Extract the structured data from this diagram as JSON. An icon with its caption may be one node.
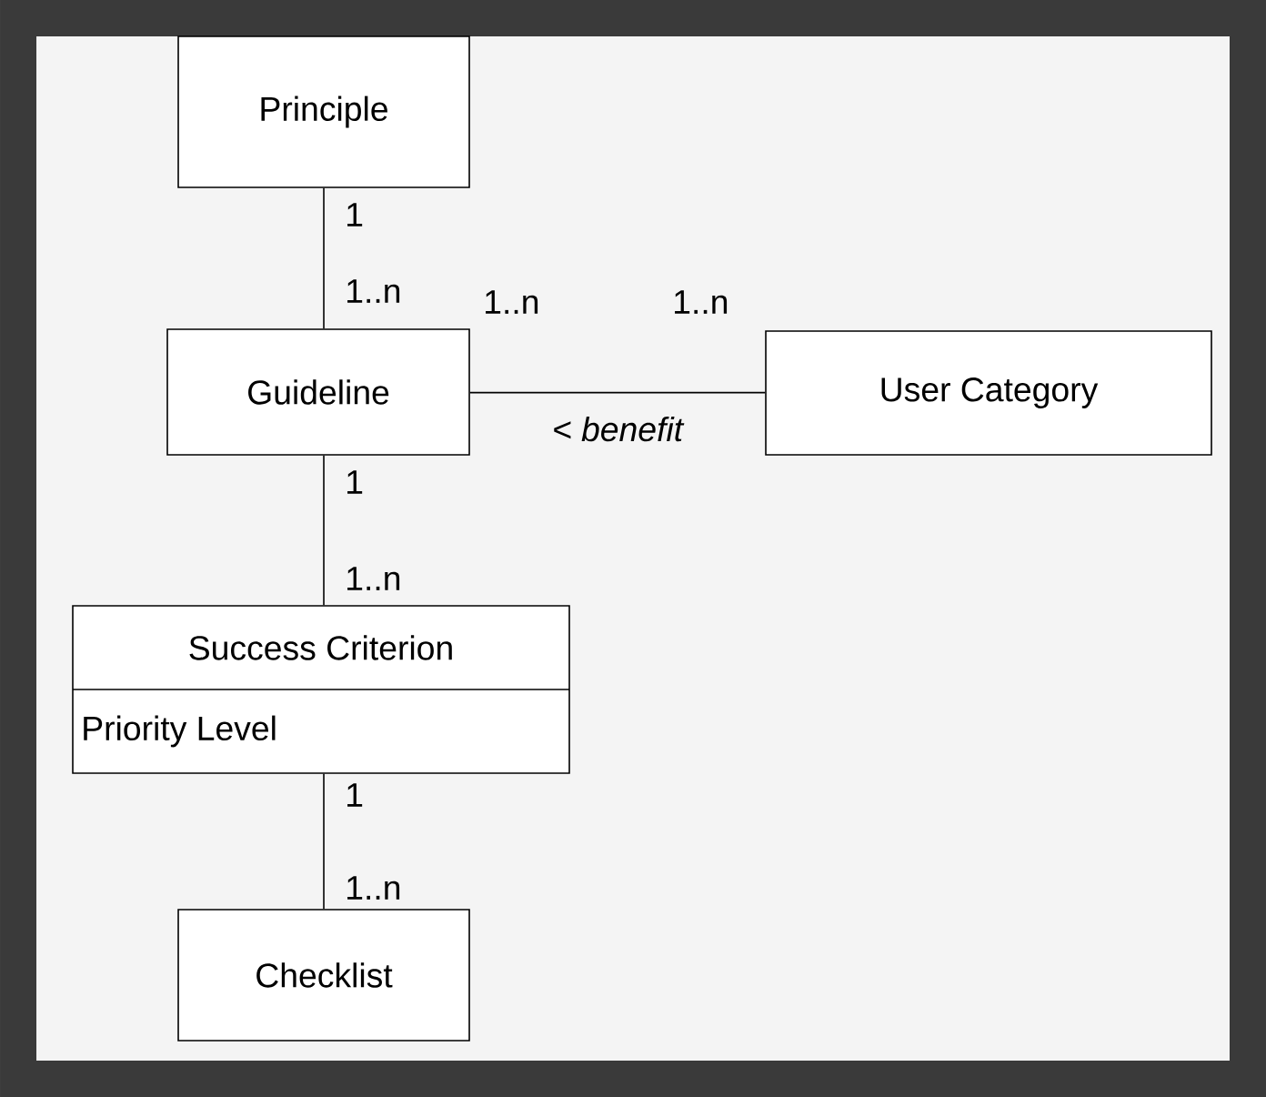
{
  "diagram": {
    "nodes": [
      {
        "text": [
          "Principle"
        ]
      },
      {
        "text": [
          "Guideline"
        ]
      },
      {
        "text": [
          "User Category"
        ]
      },
      {
        "text": [
          "Success Criterion",
          "Priority Level"
        ]
      },
      {
        "text": [
          "Checklist"
        ]
      }
    ],
    "edges": [
      {
        "from": 0,
        "to": 1,
        "arrow": "none"
      },
      {
        "from": 1,
        "to": 2,
        "arrow": "none",
        "label": "< benefit"
      },
      {
        "from": 1,
        "to": 3,
        "arrow": "none"
      },
      {
        "from": 3,
        "to": 4,
        "arrow": "none"
      }
    ],
    "labels": [
      "1",
      "1..n",
      "1..n",
      "1..n",
      "1",
      "1..n",
      "1",
      "1..n"
    ]
  }
}
